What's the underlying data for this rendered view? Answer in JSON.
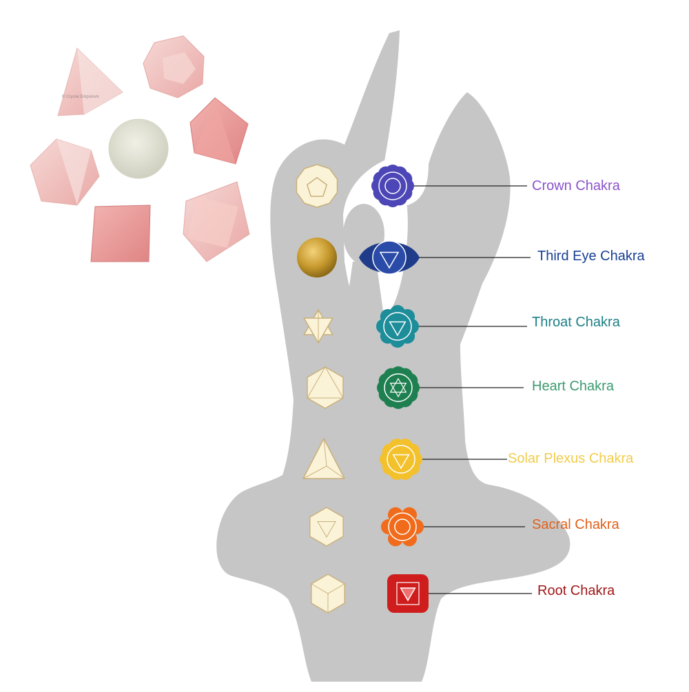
{
  "watermark": "© Crystal Emporium",
  "colors": {
    "silhouette": "#c6c6c6",
    "solid_fill": "#fbf3d8",
    "solid_stroke": "#c9b07a",
    "stone_pink": "#f1c7c4",
    "stone_deep": "#e79a9a"
  },
  "chakras": [
    {
      "label": "Crown Chakra",
      "color": "#8a52c9",
      "symbol_color": "#4c46b6",
      "solid": "dodecahedron-icon"
    },
    {
      "label": "Third Eye Chakra",
      "color": "#173f93",
      "symbol_color": "#2b4ba8",
      "solid": "sphere-icon"
    },
    {
      "label": "Throat Chakra",
      "color": "#1b7f86",
      "symbol_color": "#1d8d9a",
      "solid": "merkaba-icon"
    },
    {
      "label": "Heart Chakra",
      "color": "#3c9a6f",
      "symbol_color": "#1e8050",
      "solid": "octahedron-icon"
    },
    {
      "label": "Solar Plexus Chakra",
      "color": "#f2cc4c",
      "symbol_color": "#f3c12c",
      "solid": "tetrahedron-icon"
    },
    {
      "label": "Sacral Chakra",
      "color": "#e0601a",
      "symbol_color": "#f06c1c",
      "solid": "icosahedron-icon"
    },
    {
      "label": "Root Chakra",
      "color": "#a01818",
      "symbol_color": "#cf1d1d",
      "solid": "cube-icon"
    }
  ]
}
